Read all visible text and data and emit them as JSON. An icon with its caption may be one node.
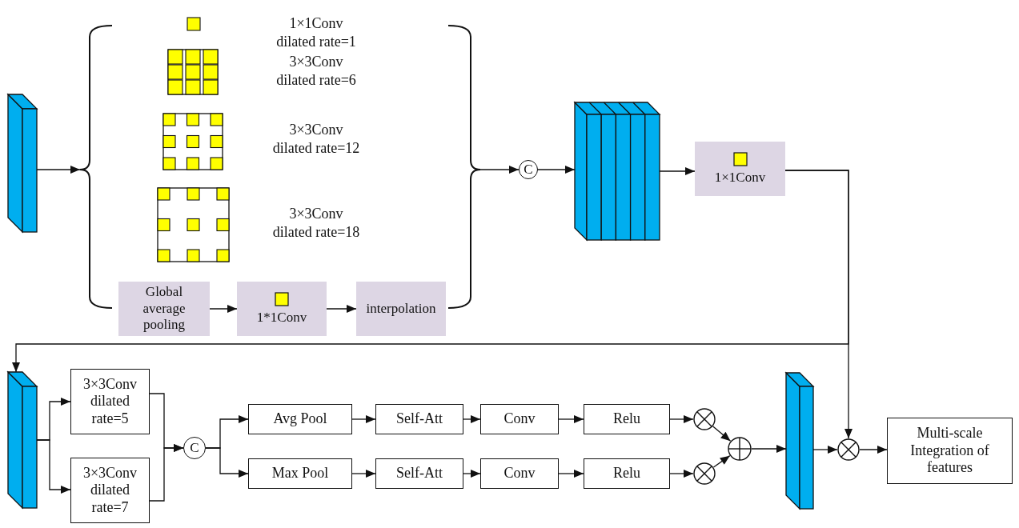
{
  "diagram": {
    "nodes": [
      {
        "text": [],
        "shape": "cuboid"
      },
      {
        "text": [],
        "shape": "brace"
      },
      {
        "text": [
          "Global average pooling"
        ],
        "in": 1
      },
      {
        "text": [
          "1*1Conv"
        ],
        "in": 1
      },
      {
        "text": [
          "interpolation"
        ],
        "in": 1
      },
      {
        "text": [
          "C"
        ]
      },
      {
        "text": [],
        "shape": "cuboid"
      },
      {
        "text": [
          "1×1Conv"
        ]
      },
      {
        "text": [],
        "shape": "cuboid"
      },
      {
        "text": [
          "3×3Conv dilated rate=5"
        ]
      },
      {
        "text": [
          "3×3Conv dilated rate=7"
        ]
      },
      {
        "text": [
          "C"
        ]
      },
      {
        "text": [
          "Avg Pool"
        ]
      },
      {
        "text": [
          "Self-Att"
        ]
      },
      {
        "text": [
          "Conv"
        ]
      },
      {
        "text": [
          "Relu"
        ]
      },
      {
        "text": [
          "Max Pool"
        ]
      },
      {
        "text": [
          "Self-Att"
        ]
      },
      {
        "text": [
          "Conv"
        ]
      },
      {
        "text": [
          "Relu"
        ]
      },
      {
        "text": [],
        "shape": "circle"
      },
      {
        "text": [],
        "shape": "circle"
      },
      {
        "text": [],
        "shape": "circle"
      },
      {
        "text": [],
        "shape": "cuboid"
      },
      {
        "text": [],
        "shape": "circle"
      },
      {
        "text": [
          "Multi-scale Integration of features"
        ]
      }
    ],
    "edges": [
      {
        "from": 0,
        "to": 1,
        "arrow": "to"
      },
      {
        "from": 2,
        "to": 3,
        "arrow": "to"
      },
      {
        "from": 3,
        "to": 4,
        "arrow": "to"
      },
      {
        "from": 1,
        "to": 5,
        "arrow": "to"
      },
      {
        "from": 5,
        "to": 6,
        "arrow": "to"
      },
      {
        "from": 6,
        "to": 7,
        "arrow": "to"
      },
      {
        "from": 7,
        "to": 8,
        "arrow": "to"
      },
      {
        "from": 7,
        "to": 24,
        "arrow": "to"
      },
      {
        "from": 8,
        "to": 9,
        "arrow": "to"
      },
      {
        "from": 8,
        "to": 10,
        "arrow": "to"
      },
      {
        "from": 9,
        "to": 11,
        "arrow": "to"
      },
      {
        "from": 10,
        "to": 11,
        "arrow": "to"
      },
      {
        "from": 11,
        "to": 12,
        "arrow": "to"
      },
      {
        "from": 11,
        "to": 16,
        "arrow": "to"
      },
      {
        "from": 12,
        "to": 13,
        "arrow": "to"
      },
      {
        "from": 13,
        "to": 14,
        "arrow": "to"
      },
      {
        "from": 14,
        "to": 15,
        "arrow": "to"
      },
      {
        "from": 15,
        "to": 20,
        "arrow": "to"
      },
      {
        "from": 16,
        "to": 17,
        "arrow": "to"
      },
      {
        "from": 17,
        "to": 18,
        "arrow": "to"
      },
      {
        "from": 18,
        "to": 19,
        "arrow": "to"
      },
      {
        "from": 19,
        "to": 21,
        "arrow": "to"
      },
      {
        "from": 20,
        "to": 22,
        "arrow": "to"
      },
      {
        "from": 21,
        "to": 22,
        "arrow": "to"
      },
      {
        "from": 22,
        "to": 23,
        "arrow": "to"
      },
      {
        "from": 23,
        "to": 24,
        "arrow": "to"
      },
      {
        "from": 24,
        "to": 25,
        "arrow": "to"
      }
    ],
    "labels": [
      "1×1Conv dilated rate=1",
      "3×3Conv dilated rate=6",
      "3×3Conv dilated rate=12",
      "3×3Conv dilated rate=18"
    ]
  }
}
